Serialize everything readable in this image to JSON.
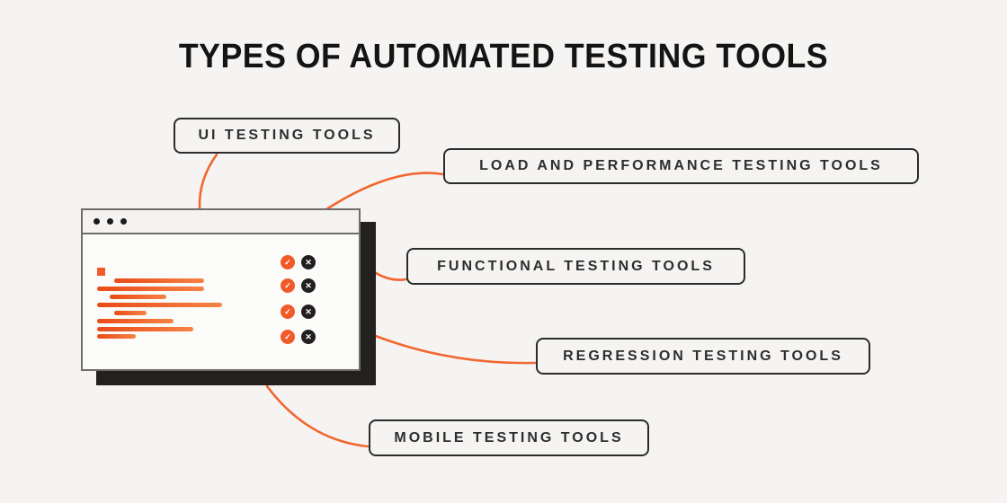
{
  "title": "TYPES OF AUTOMATED TESTING TOOLS",
  "labels": [
    {
      "id": "ui",
      "text": "UI TESTING TOOLS"
    },
    {
      "id": "load",
      "text": "LOAD AND PERFORMANCE TESTING TOOLS"
    },
    {
      "id": "functional",
      "text": "FUNCTIONAL TESTING TOOLS"
    },
    {
      "id": "regression",
      "text": "REGRESSION TESTING TOOLS"
    },
    {
      "id": "mobile",
      "text": "MOBILE TESTING TOOLS"
    }
  ],
  "window": {
    "traffic_dots": 3,
    "result_rows": 4,
    "pass_glyph": "✓",
    "fail_glyph": "✕"
  },
  "colors": {
    "background": "#f5f4f2",
    "accent_orange": "#f15a29",
    "connector_orange": "#f2662f",
    "code_gradient_start": "#ea4a16",
    "code_gradient_end": "#f58345",
    "shadow_dark": "#222120",
    "box_border": "#2b2b2b",
    "window_border": "#6e6d6b",
    "text_dark": "#141414"
  }
}
